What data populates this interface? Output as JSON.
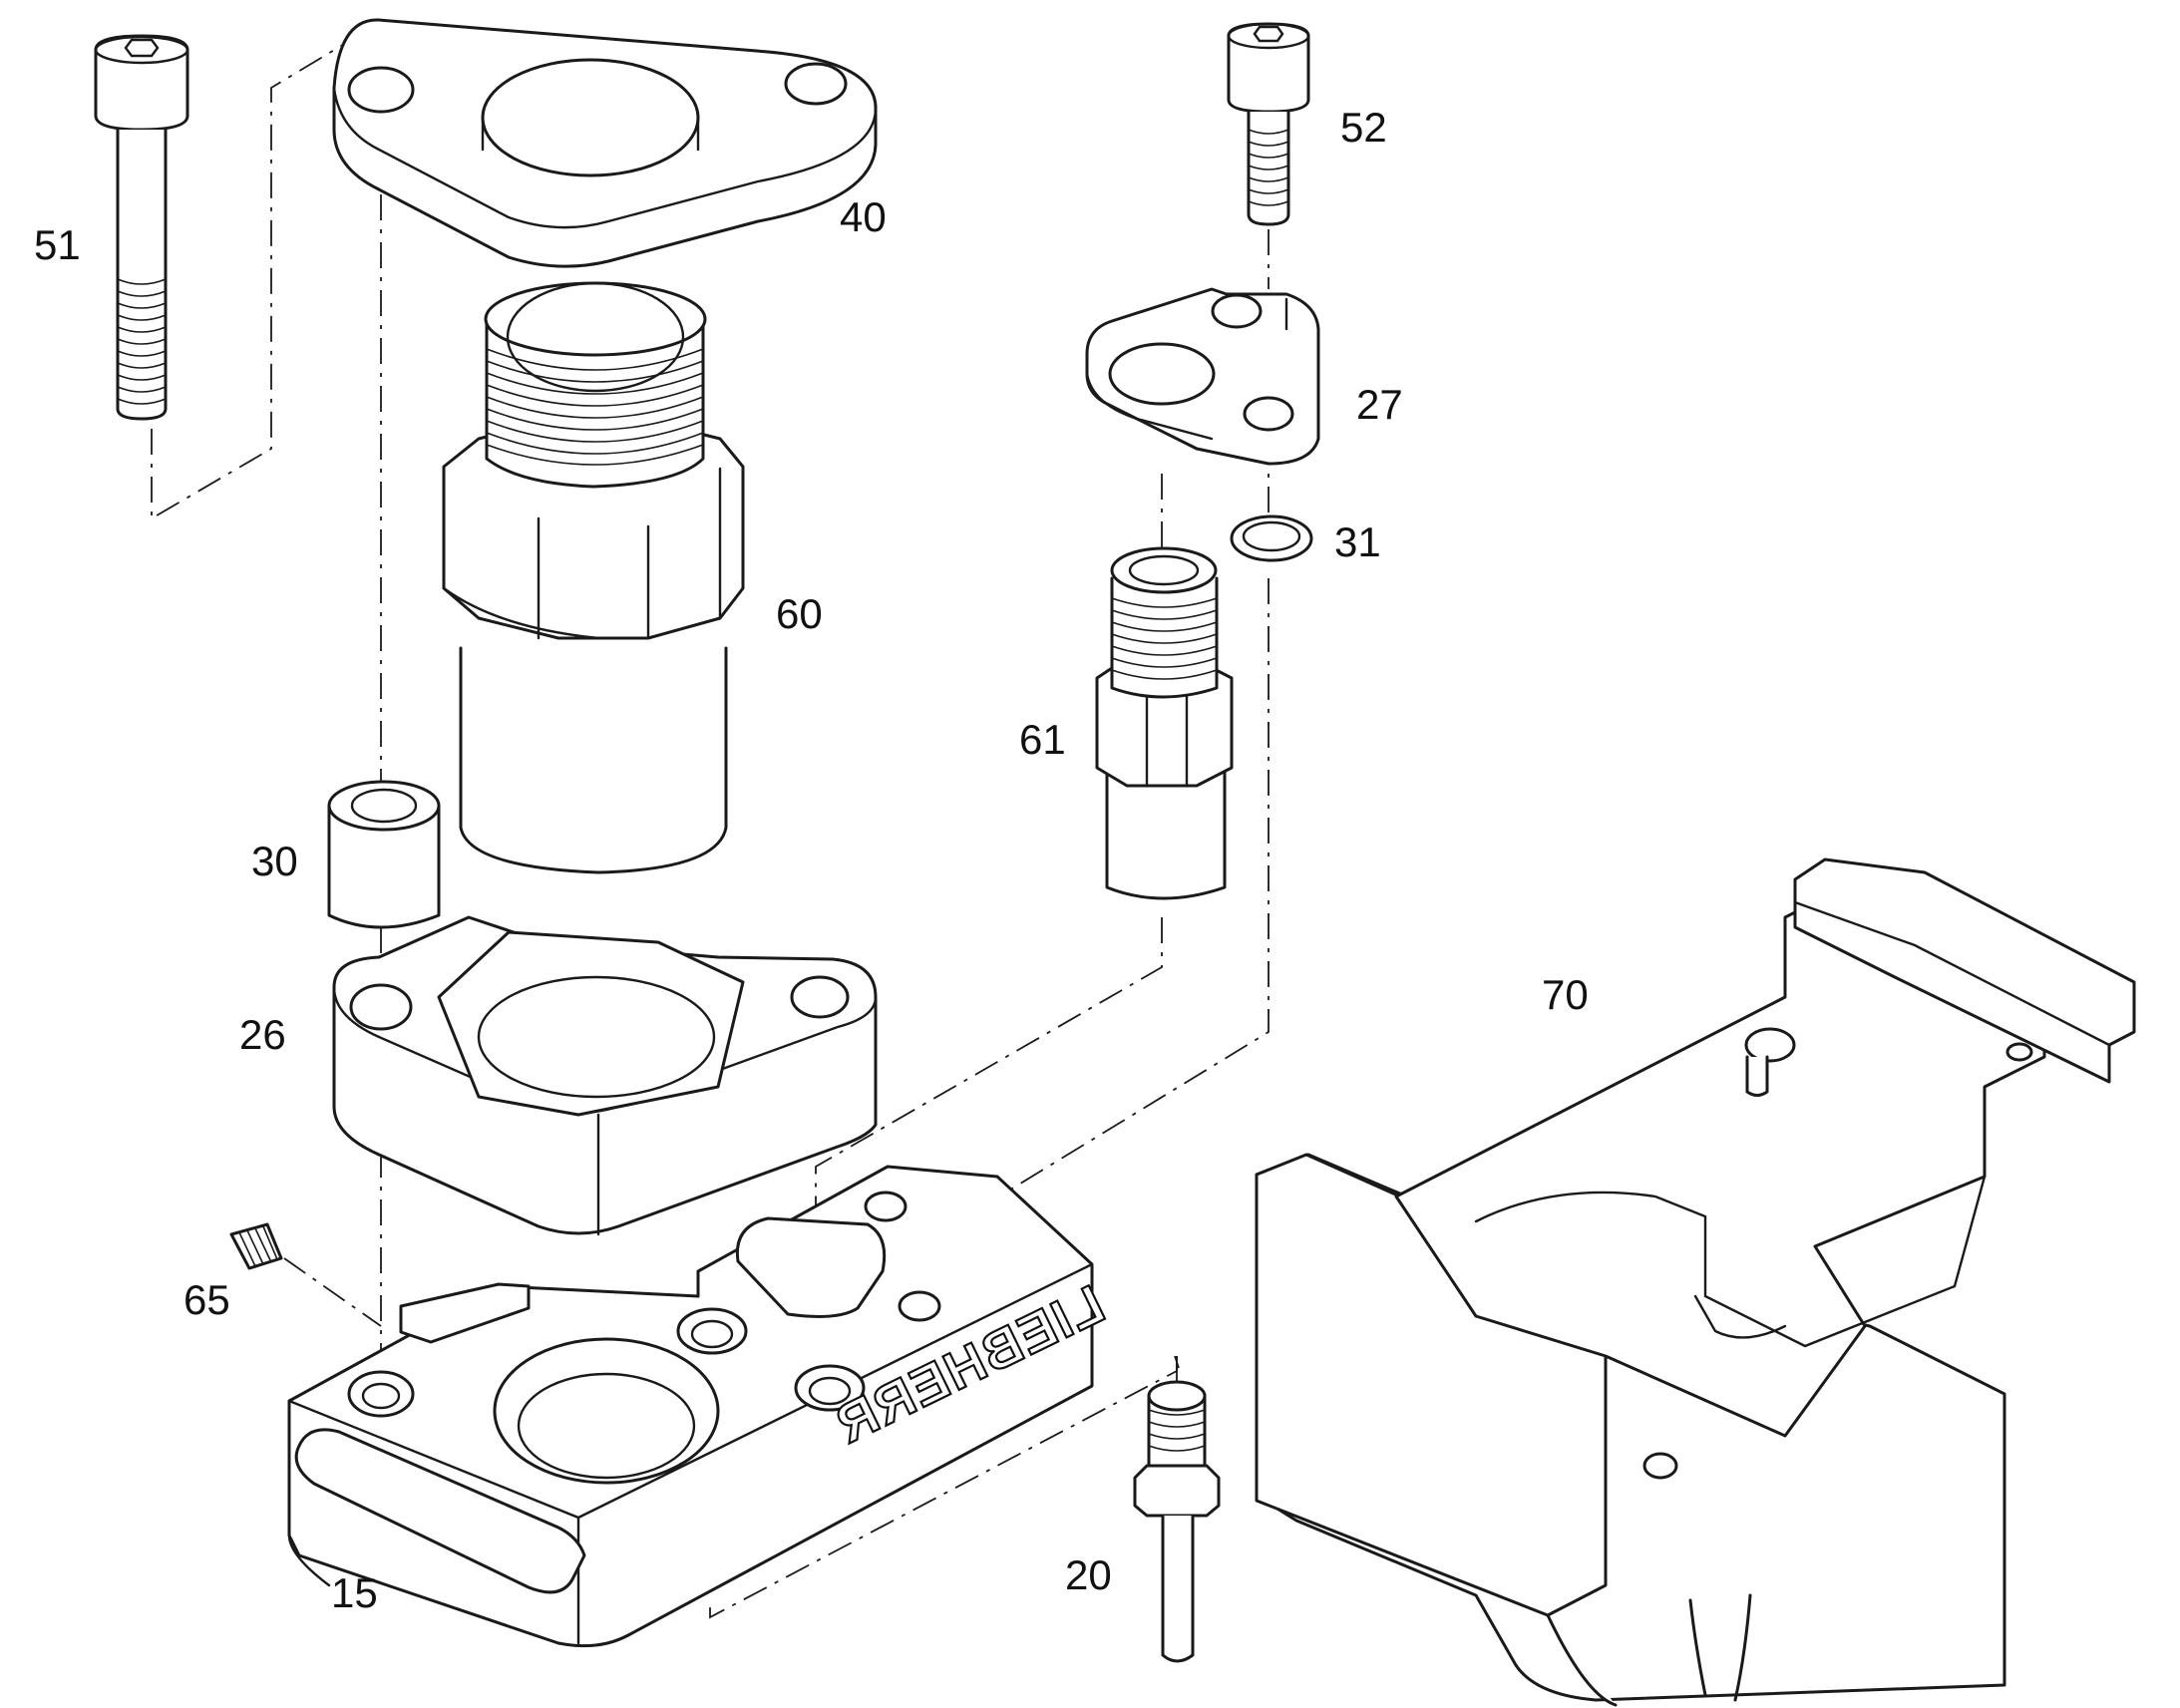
{
  "diagram": {
    "brand_text": "LIEBHERR",
    "parts": [
      {
        "id": "51"
      },
      {
        "id": "40"
      },
      {
        "id": "60"
      },
      {
        "id": "30"
      },
      {
        "id": "26"
      },
      {
        "id": "65"
      },
      {
        "id": "15"
      },
      {
        "id": "52"
      },
      {
        "id": "27"
      },
      {
        "id": "31"
      },
      {
        "id": "61"
      },
      {
        "id": "20"
      },
      {
        "id": "70"
      }
    ]
  }
}
